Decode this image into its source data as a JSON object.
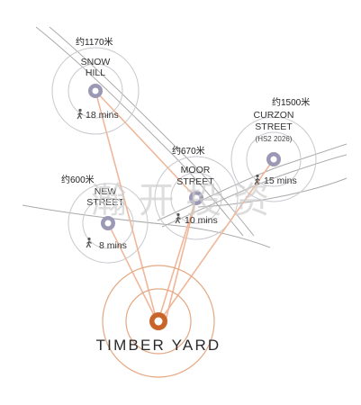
{
  "map": {
    "stations": [
      {
        "id": "snow-hill",
        "name_lines": [
          "SNOW",
          "HILL"
        ],
        "note": "",
        "distance": "约1170米",
        "walk_time": "18 mins"
      },
      {
        "id": "new-street",
        "name_lines": [
          "NEW",
          "STREET"
        ],
        "note": "",
        "distance": "约600米",
        "walk_time": "8 mins"
      },
      {
        "id": "moor-street",
        "name_lines": [
          "MOOR",
          "STREET"
        ],
        "note": "",
        "distance": "约670米",
        "walk_time": "10 mins"
      },
      {
        "id": "curzon-street",
        "name_lines": [
          "CURZON",
          "STREET"
        ],
        "note": "(HS2 2026)",
        "distance": "约1500米",
        "walk_time": "15 mins"
      }
    ],
    "hub": {
      "name": "TIMBER YARD"
    },
    "watermark": "瀚 开 投 资",
    "colors": {
      "route": "#f0b79a",
      "hub_orange": "#c9652a",
      "ring_gray": "#c8c8d0",
      "marker_gray": "#9a98b4",
      "rail": "#aaaaaa"
    },
    "icons": {
      "walk": "walking-person-icon"
    }
  }
}
